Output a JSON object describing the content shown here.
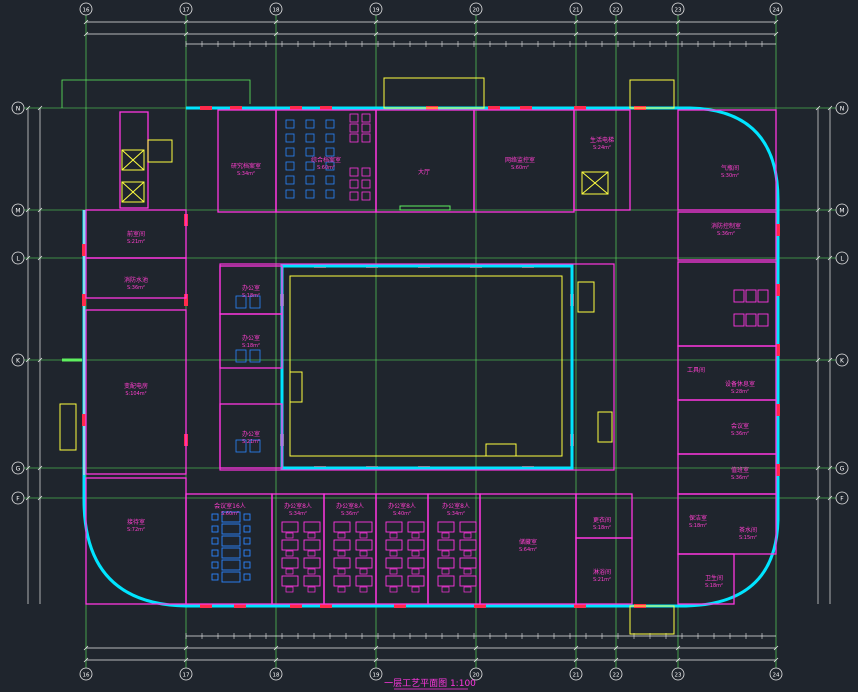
{
  "plan_title": "一层工艺平面图 1:100",
  "grid_columns": [
    "16",
    "17",
    "18",
    "19",
    "20",
    "21",
    "22",
    "23",
    "24"
  ],
  "grid_rows": [
    "N",
    "M",
    "L",
    "K",
    "G",
    "F"
  ],
  "rooms": [
    {
      "id": "r1",
      "name": "研究档案室",
      "area": "S:34m²"
    },
    {
      "id": "r2",
      "name": "综合档案室",
      "area": "S:60m²"
    },
    {
      "id": "r3",
      "name": "大厅",
      "area": ""
    },
    {
      "id": "r4",
      "name": "网络监控室",
      "area": "S:60m²"
    },
    {
      "id": "r5",
      "name": "生活电梯",
      "area": "S:24m²"
    },
    {
      "id": "r6",
      "name": "气瓶间",
      "area": "S:30m²"
    },
    {
      "id": "r7",
      "name": "消防控制室",
      "area": "S:36m²"
    },
    {
      "id": "r8",
      "name": "前室间",
      "area": "S:21m²"
    },
    {
      "id": "r9",
      "name": "消防水池",
      "area": "S:36m²"
    },
    {
      "id": "r10",
      "name": "办公室",
      "area": "S:18m²"
    },
    {
      "id": "r11",
      "name": "办公室",
      "area": "S:18m²"
    },
    {
      "id": "r12",
      "name": "办公室",
      "area": "S:21m²"
    },
    {
      "id": "r13",
      "name": "变配电房",
      "area": "S:104m²"
    },
    {
      "id": "r14",
      "name": "工具间",
      "area": ""
    },
    {
      "id": "r15",
      "name": "设备休息室",
      "area": "S:28m²"
    },
    {
      "id": "r16",
      "name": "会议室",
      "area": "S:36m²"
    },
    {
      "id": "r17",
      "name": "值班室",
      "area": "S:36m²"
    },
    {
      "id": "r18",
      "name": "接待室",
      "area": "S:72m²"
    },
    {
      "id": "r19",
      "name": "会议室16人",
      "area": "S:60m²"
    },
    {
      "id": "r20",
      "name": "办公室8人",
      "area": "S:34m²"
    },
    {
      "id": "r21",
      "name": "办公室8人",
      "area": "S:36m²"
    },
    {
      "id": "r22",
      "name": "办公室8人",
      "area": "S:40m²"
    },
    {
      "id": "r23",
      "name": "办公室8人",
      "area": "S:34m²"
    },
    {
      "id": "r24",
      "name": "储藏室",
      "area": "S:64m²"
    },
    {
      "id": "r25",
      "name": "更衣间",
      "area": "S:18m²"
    },
    {
      "id": "r26",
      "name": "淋浴间",
      "area": "S:21m²"
    },
    {
      "id": "r27",
      "name": "保洁室",
      "area": "S:18m²"
    },
    {
      "id": "r28",
      "name": "茶水间",
      "area": "S:15m²"
    },
    {
      "id": "r29",
      "name": "卫生间",
      "area": "S:18m²"
    }
  ],
  "colors": {
    "background": "#1f252d",
    "outer_wall": "#00e5ff",
    "room_wall": "#ff36e0",
    "grid_line": "#5ef05e",
    "window": "#ff2a4a",
    "stair": "#ffff40",
    "furniture": "#2a86ff"
  }
}
